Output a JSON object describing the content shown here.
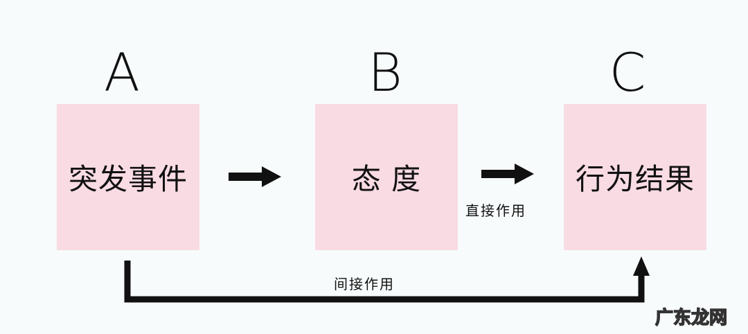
{
  "nodes": [
    {
      "letter": "A",
      "label": "突发事件"
    },
    {
      "letter": "B",
      "label": "态 度"
    },
    {
      "letter": "C",
      "label": "行为结果"
    }
  ],
  "edges": {
    "direct_label": "直接作用",
    "indirect_label": "间接作用"
  },
  "watermark": "广东龙网",
  "colors": {
    "box": "#f9dbe4",
    "arrow": "#111111",
    "background": "#f7fbfb"
  }
}
